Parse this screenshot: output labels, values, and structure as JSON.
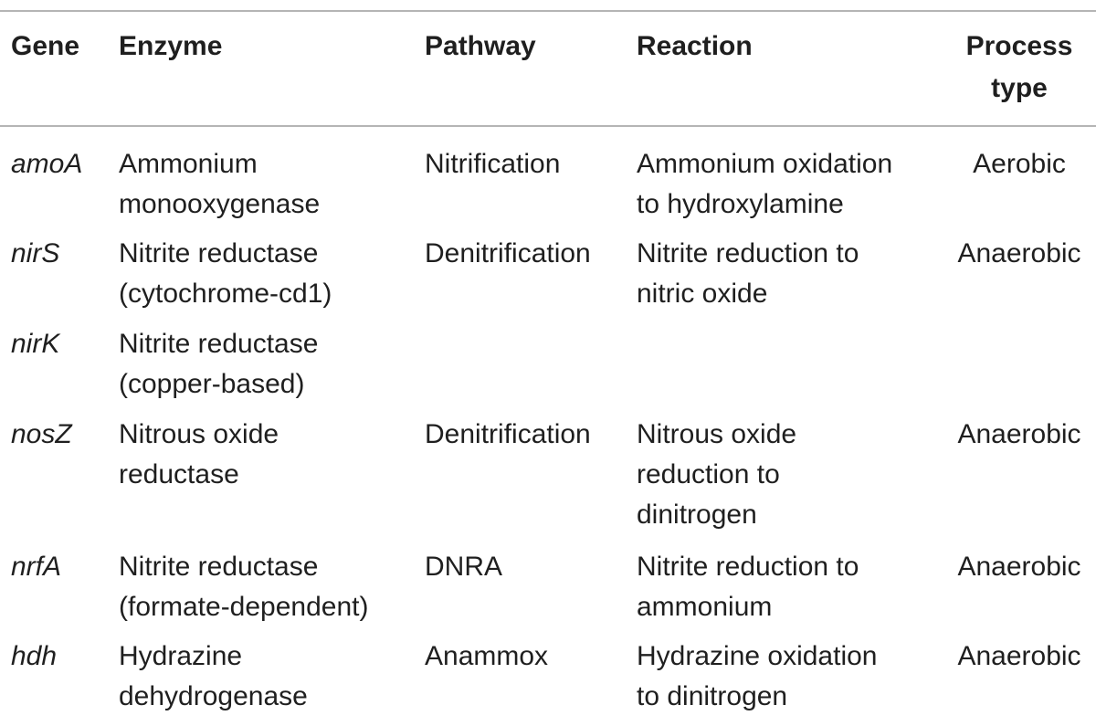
{
  "header": {
    "gene": "Gene",
    "enzyme": "Enzyme",
    "pathway": "Pathway",
    "reaction": "Reaction",
    "process_line1": "Process",
    "process_line2": "type"
  },
  "rows": [
    {
      "gene": "amoA",
      "enzyme": [
        "Ammonium",
        "monooxygenase"
      ],
      "pathway": "Nitrification",
      "reaction": [
        "Ammonium oxidation",
        "to hydroxylamine"
      ],
      "process": "Aerobic"
    },
    {
      "gene": "nirS",
      "enzyme": [
        "Nitrite reductase",
        "(cytochrome-cd1)"
      ],
      "pathway": "Denitrification",
      "reaction": [
        "Nitrite reduction to",
        "nitric oxide"
      ],
      "process": "Anaerobic"
    },
    {
      "gene": "nirK",
      "enzyme": [
        "Nitrite reductase",
        "(copper-based)"
      ],
      "pathway": "",
      "reaction": [
        "",
        ""
      ],
      "process": ""
    },
    {
      "gene": "nosZ",
      "enzyme": [
        "Nitrous oxide",
        "reductase"
      ],
      "pathway": "Denitrification",
      "reaction": [
        "Nitrous oxide",
        "reduction to",
        "dinitrogen"
      ],
      "process": "Anaerobic"
    },
    {
      "gene": "nrfA",
      "enzyme": [
        "Nitrite reductase",
        "(formate-dependent)"
      ],
      "pathway": "DNRA",
      "reaction": [
        "Nitrite reduction to",
        "ammonium"
      ],
      "process": "Anaerobic"
    },
    {
      "gene": "hdh",
      "enzyme": [
        "Hydrazine",
        "dehydrogenase"
      ],
      "pathway": "Anammox",
      "reaction": [
        "Hydrazine oxidation",
        "to dinitrogen"
      ],
      "process": "Anaerobic"
    }
  ]
}
